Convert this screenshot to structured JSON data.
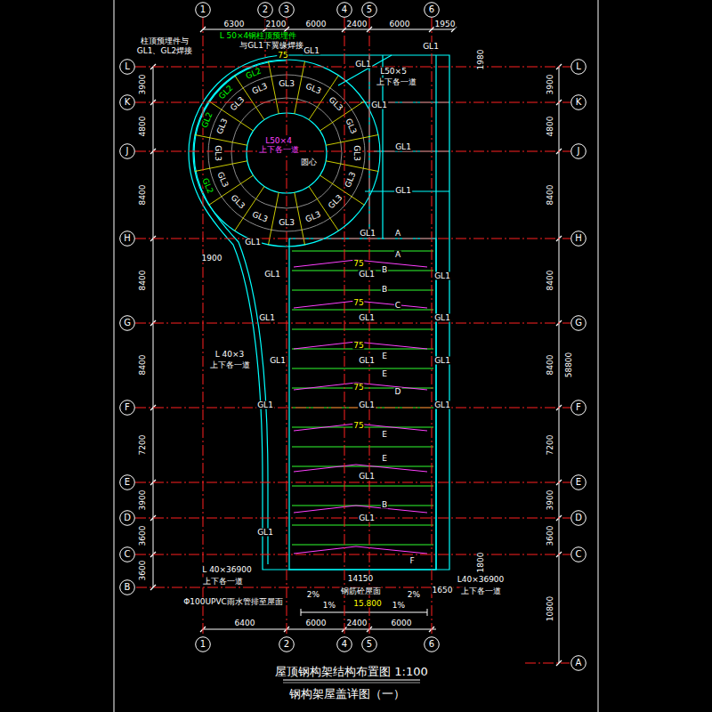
{
  "diagram": {
    "title": "屋顶钢构架结构布置图 1:100",
    "caption": "钢构架屋盖详图（一）",
    "nodes": [
      {
        "text": [
          "1"
        ]
      },
      {
        "text": [
          "2"
        ]
      },
      {
        "text": [
          "3"
        ]
      },
      {
        "text": [
          "4"
        ]
      },
      {
        "text": [
          "5"
        ]
      },
      {
        "text": [
          "6"
        ]
      },
      {
        "text": [
          "L"
        ]
      },
      {
        "text": [
          "K"
        ]
      },
      {
        "text": [
          "J"
        ]
      },
      {
        "text": [
          "H"
        ]
      },
      {
        "text": [
          "G"
        ]
      },
      {
        "text": [
          "F"
        ]
      },
      {
        "text": [
          "E"
        ]
      },
      {
        "text": [
          "D"
        ]
      },
      {
        "text": [
          "C"
        ]
      },
      {
        "text": [
          "B"
        ]
      },
      {
        "text": [
          "L"
        ]
      },
      {
        "text": [
          "K"
        ]
      },
      {
        "text": [
          "J"
        ]
      },
      {
        "text": [
          "H"
        ]
      },
      {
        "text": [
          "G"
        ]
      },
      {
        "text": [
          "F"
        ]
      },
      {
        "text": [
          "E"
        ]
      },
      {
        "text": [
          "D"
        ]
      },
      {
        "text": [
          "C"
        ]
      },
      {
        "text": [
          "A"
        ]
      },
      {
        "text": [
          "1"
        ]
      },
      {
        "text": [
          "2"
        ]
      },
      {
        "text": [
          "4"
        ]
      },
      {
        "text": [
          "5"
        ]
      },
      {
        "text": [
          "6"
        ]
      }
    ],
    "edges": [
      {
        "from": 0,
        "to": 26,
        "arrow": "none"
      },
      {
        "from": 2,
        "to": 27,
        "arrow": "none"
      },
      {
        "from": 3,
        "to": 28,
        "arrow": "none"
      },
      {
        "from": 4,
        "to": 29,
        "arrow": "none"
      },
      {
        "from": 5,
        "to": 30,
        "arrow": "none"
      },
      {
        "from": 6,
        "to": 16,
        "arrow": "none"
      },
      {
        "from": 7,
        "to": 17,
        "arrow": "none"
      },
      {
        "from": 8,
        "to": 18,
        "arrow": "none"
      },
      {
        "from": 9,
        "to": 19,
        "arrow": "none"
      },
      {
        "from": 10,
        "to": 20,
        "arrow": "none"
      },
      {
        "from": 11,
        "to": 21,
        "arrow": "none"
      },
      {
        "from": 12,
        "to": 22,
        "arrow": "none"
      },
      {
        "from": 13,
        "to": 23,
        "arrow": "none"
      },
      {
        "from": 14,
        "to": 24,
        "arrow": "none"
      }
    ],
    "labels": [
      "6300",
      "2100",
      "6000",
      "2400",
      "6000",
      "1950",
      "6400",
      "6000",
      "2400",
      "6000",
      "3900",
      "4800",
      "8400",
      "8400",
      "8400",
      "7200",
      "3900",
      "3600",
      "3600",
      "3900",
      "4800",
      "8400",
      "8400",
      "8400",
      "7200",
      "3900",
      "3600",
      "10800",
      "58800",
      "1980",
      "1900",
      "1800",
      "1650",
      "L 50×4钢柱顶预埋件",
      "柱顶预埋件与",
      "GL1、GL2焊接",
      "与GL1下翼缘焊接",
      "75",
      "GL1",
      "L50×4",
      "上下各一道",
      "圆心",
      "L50×5",
      "上下各一道",
      "L 40×3",
      "上下各一道",
      "L 40×36900",
      "上下各一道",
      "L40×36900",
      "上下各一道",
      "Φ100UPVC雨水管排至屋面",
      "14150",
      "钢筋砼屋面",
      "15.800",
      "2%",
      "1%",
      "1%",
      "2%",
      "A",
      "A",
      "B",
      "B",
      "C",
      "E",
      "E",
      "D",
      "E",
      "E",
      "B",
      "F",
      "75",
      "75",
      "75",
      "75",
      "75",
      "GL1",
      "GL1",
      "GL1",
      "GL1",
      "GL1",
      "GL1",
      "GL1",
      "GL1",
      "GL1",
      "GL1",
      "GL1",
      "GL1",
      "GL1",
      "GL1",
      "GL1",
      "GL1",
      "GL1",
      "GL1",
      "GL1",
      "GL1",
      "GL1",
      "GL1",
      "GL3",
      "GL3",
      "GL3",
      "GL3",
      "GL3",
      "GL3",
      "GL3",
      "GL3",
      "GL3",
      "GL3",
      "GL3",
      "GL3",
      "GL3",
      "GL3",
      "GL3",
      "GL3",
      "GL2",
      "GL2",
      "GL2",
      "GL2"
    ]
  }
}
